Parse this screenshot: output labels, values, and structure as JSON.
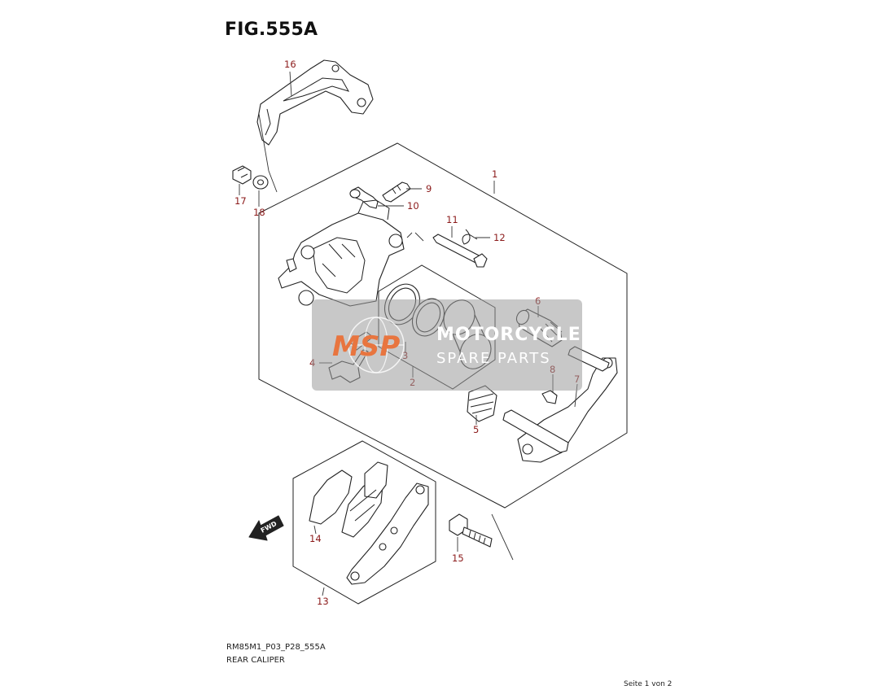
{
  "figure": {
    "title": "FIG.555A",
    "model_code": "RM85M1_P03_P28_555A",
    "caption": "REAR CALIPER",
    "page_label": "Seite 1 von 2"
  },
  "callouts": [
    {
      "id": "c1",
      "label": "1"
    },
    {
      "id": "c2",
      "label": "2"
    },
    {
      "id": "c3",
      "label": "3"
    },
    {
      "id": "c4",
      "label": "4"
    },
    {
      "id": "c5",
      "label": "5"
    },
    {
      "id": "c6",
      "label": "6"
    },
    {
      "id": "c7",
      "label": "7"
    },
    {
      "id": "c8",
      "label": "8"
    },
    {
      "id": "c9",
      "label": "9"
    },
    {
      "id": "c10",
      "label": "10"
    },
    {
      "id": "c11",
      "label": "11"
    },
    {
      "id": "c12",
      "label": "12"
    },
    {
      "id": "c13",
      "label": "13"
    },
    {
      "id": "c14",
      "label": "14"
    },
    {
      "id": "c15",
      "label": "15"
    },
    {
      "id": "c16",
      "label": "16"
    },
    {
      "id": "c17",
      "label": "17"
    },
    {
      "id": "c18",
      "label": "18"
    }
  ],
  "direction_marker": "FWD",
  "watermark": {
    "logo": "MSP",
    "line1": "MOTORCYCLE",
    "line2": "SPARE PARTS"
  },
  "colors": {
    "callout": "#8b1a1a",
    "watermark_band": "#9a9a9a",
    "watermark_logo": "#e8753f"
  }
}
